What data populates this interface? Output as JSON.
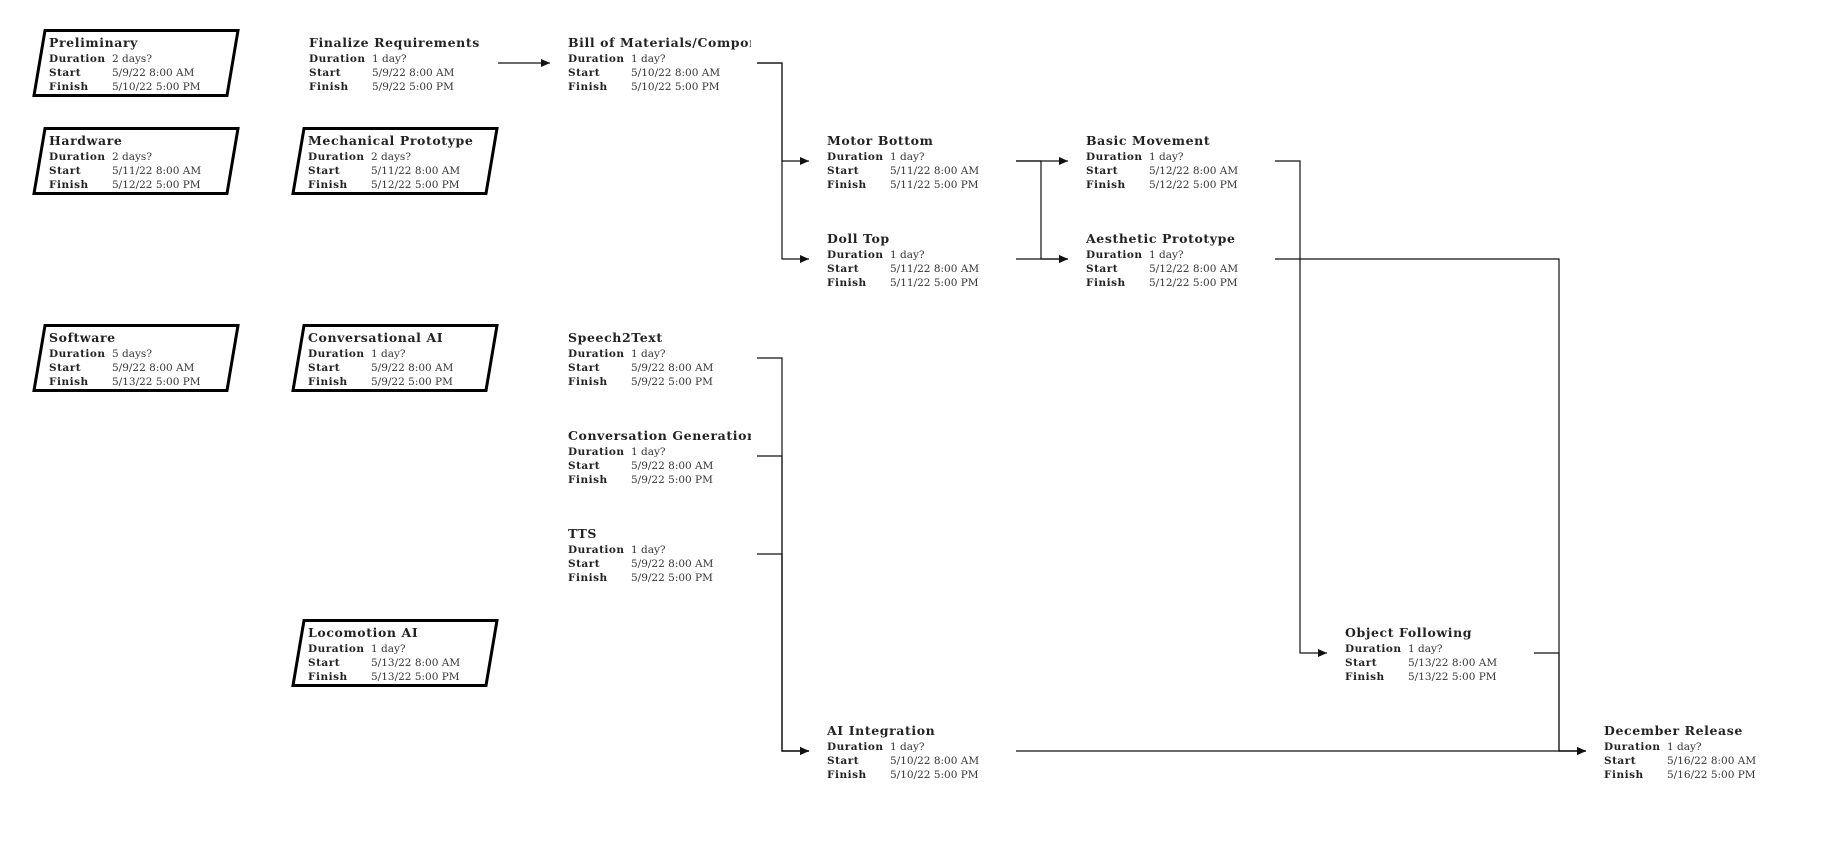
{
  "labels": {
    "duration": "Duration",
    "start": "Start",
    "finish": "Finish"
  },
  "colors": {
    "critical": "#f01f1f",
    "normal": "#1f1fe6",
    "summary": "#000000"
  },
  "nodes": [
    {
      "id": "preliminary",
      "kind": "summary",
      "title": "Preliminary",
      "duration": "2 days?",
      "start": "5/9/22 8:00 AM",
      "finish": "5/10/22 5:00 PM"
    },
    {
      "id": "hardware",
      "kind": "summary",
      "title": "Hardware",
      "duration": "2 days?",
      "start": "5/11/22 8:00 AM",
      "finish": "5/12/22 5:00 PM"
    },
    {
      "id": "software",
      "kind": "summary",
      "title": "Software",
      "duration": "5 days?",
      "start": "5/9/22 8:00 AM",
      "finish": "5/13/22 5:00 PM"
    },
    {
      "id": "finalize-requirements",
      "kind": "critical",
      "title": "Finalize Requirements",
      "duration": "1 day?",
      "start": "5/9/22 8:00 AM",
      "finish": "5/9/22 5:00 PM"
    },
    {
      "id": "mechanical-prototype",
      "kind": "summary",
      "title": "Mechanical Prototype",
      "duration": "2 days?",
      "start": "5/11/22 8:00 AM",
      "finish": "5/12/22 5:00 PM"
    },
    {
      "id": "conversational-ai",
      "kind": "summary",
      "title": "Conversational AI",
      "duration": "1 day?",
      "start": "5/9/22 8:00 AM",
      "finish": "5/9/22 5:00 PM"
    },
    {
      "id": "locomotion-ai",
      "kind": "summary",
      "title": "Locomotion AI",
      "duration": "1 day?",
      "start": "5/13/22 8:00 AM",
      "finish": "5/13/22 5:00 PM"
    },
    {
      "id": "bill-of-materials",
      "kind": "critical",
      "title": "Bill of Materials/Compone...",
      "duration": "1 day?",
      "start": "5/10/22 8:00 AM",
      "finish": "5/10/22 5:00 PM"
    },
    {
      "id": "speech2text",
      "kind": "normal",
      "title": "Speech2Text",
      "duration": "1 day?",
      "start": "5/9/22 8:00 AM",
      "finish": "5/9/22 5:00 PM"
    },
    {
      "id": "conversation-generation",
      "kind": "normal",
      "title": "Conversation Generation",
      "duration": "1 day?",
      "start": "5/9/22 8:00 AM",
      "finish": "5/9/22 5:00 PM"
    },
    {
      "id": "tts",
      "kind": "normal",
      "title": "TTS",
      "duration": "1 day?",
      "start": "5/9/22 8:00 AM",
      "finish": "5/9/22 5:00 PM"
    },
    {
      "id": "motor-bottom",
      "kind": "critical",
      "title": "Motor Bottom",
      "duration": "1 day?",
      "start": "5/11/22 8:00 AM",
      "finish": "5/11/22 5:00 PM"
    },
    {
      "id": "doll-top",
      "kind": "normal",
      "title": "Doll Top",
      "duration": "1 day?",
      "start": "5/11/22 8:00 AM",
      "finish": "5/11/22 5:00 PM"
    },
    {
      "id": "ai-integration",
      "kind": "normal",
      "title": "AI Integration",
      "duration": "1 day?",
      "start": "5/10/22 8:00 AM",
      "finish": "5/10/22 5:00 PM"
    },
    {
      "id": "basic-movement",
      "kind": "critical",
      "title": "Basic Movement",
      "duration": "1 day?",
      "start": "5/12/22 8:00 AM",
      "finish": "5/12/22 5:00 PM"
    },
    {
      "id": "aesthetic-prototype",
      "kind": "normal",
      "title": "Aesthetic Prototype",
      "duration": "1 day?",
      "start": "5/12/22 8:00 AM",
      "finish": "5/12/22 5:00 PM"
    },
    {
      "id": "object-following",
      "kind": "critical",
      "title": "Object Following",
      "duration": "1 day?",
      "start": "5/13/22 8:00 AM",
      "finish": "5/13/22 5:00 PM"
    },
    {
      "id": "december-release",
      "kind": "critical",
      "title": "December Release",
      "duration": "1 day?",
      "start": "5/16/22 8:00 AM",
      "finish": "5/16/22 5:00 PM"
    }
  ],
  "links": [
    {
      "from": "finalize-requirements",
      "to": "bill-of-materials"
    },
    {
      "from": "bill-of-materials",
      "to": "motor-bottom"
    },
    {
      "from": "bill-of-materials",
      "to": "doll-top"
    },
    {
      "from": "motor-bottom",
      "to": "basic-movement"
    },
    {
      "from": "motor-bottom",
      "to": "aesthetic-prototype"
    },
    {
      "from": "doll-top",
      "to": "aesthetic-prototype"
    },
    {
      "from": "speech2text",
      "to": "ai-integration"
    },
    {
      "from": "conversation-generation",
      "to": "ai-integration"
    },
    {
      "from": "tts",
      "to": "ai-integration"
    },
    {
      "from": "basic-movement",
      "to": "object-following"
    },
    {
      "from": "aesthetic-prototype",
      "to": "december-release"
    },
    {
      "from": "object-following",
      "to": "december-release"
    },
    {
      "from": "ai-integration",
      "to": "december-release"
    }
  ]
}
